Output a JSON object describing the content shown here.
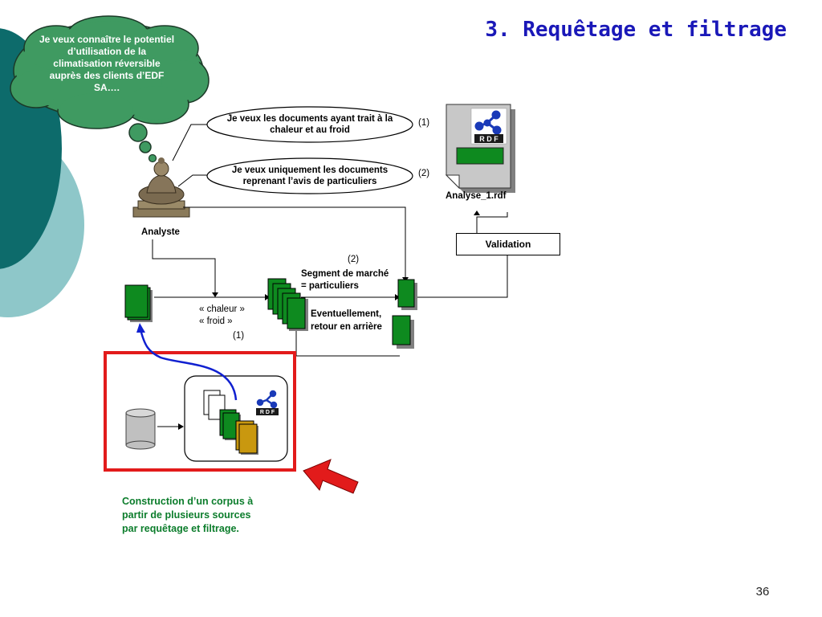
{
  "slide": {
    "title": "3. Requêtage et filtrage",
    "page_number": "36"
  },
  "thought_bubble": {
    "text": "Je veux connaître le potentiel d’utilisation de la climatisation réversible auprès des clients d’EDF SA…."
  },
  "queries": [
    {
      "text": "Je veux les documents ayant trait à la chaleur et au froid",
      "marker": "(1)"
    },
    {
      "text": "Je veux uniquement les documents reprenant l’avis de particuliers",
      "marker": "(2)"
    }
  ],
  "analyst": {
    "label": "Analyste"
  },
  "result_file": {
    "label": "Analyse_1.rdf",
    "rdf_letters": "R D F"
  },
  "validation": {
    "label": "Validation"
  },
  "filter1": {
    "line1": "« chaleur »",
    "line2": "« froid »",
    "marker": "(1)"
  },
  "filter2": {
    "marker": "(2)",
    "line1": "Segment de marché",
    "line2": "= particuliers"
  },
  "backtrack": {
    "line1": "Eventuellement,",
    "line2": "retour en arrière"
  },
  "corpus": {
    "caption": "Construction d’un corpus à partir de plusieurs sources par requêtage et filtrage."
  },
  "colors": {
    "title": "#1a18b8",
    "bubble_fill": "#3f9a61",
    "doc_green": "#0e8a1f",
    "doc_gold": "#c9980f",
    "highlight_red": "#e21b1b",
    "connector_blue": "#1020d0",
    "background_teal": "#0d6b6b",
    "background_light": "#8ec7c9"
  }
}
